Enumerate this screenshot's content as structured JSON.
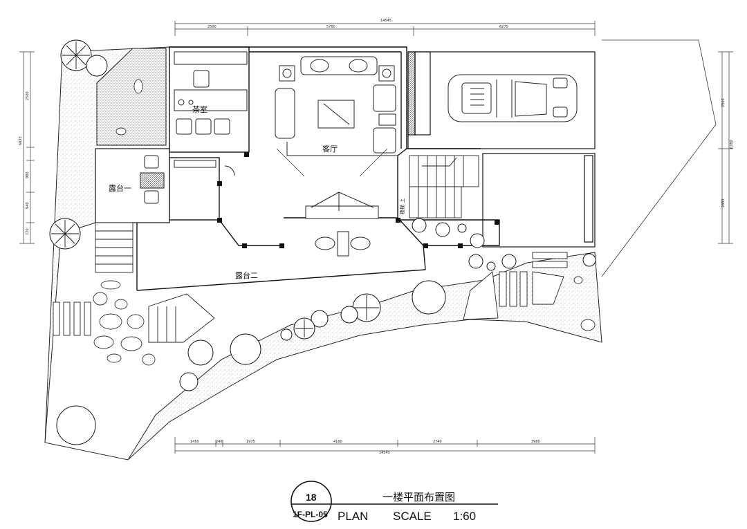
{
  "rooms": {
    "living_room": "客厅",
    "tea_room": "茶室",
    "terrace_one": "露台一",
    "terrace_two": "露台二",
    "stair_label": "楼梯 上"
  },
  "dimensions": {
    "top_total": "14545",
    "top_segments": [
      "2500",
      "5760",
      "6270"
    ],
    "bottom_total": "14545",
    "bottom_segments": [
      "1450",
      "240",
      "1975",
      "4160",
      "2740",
      "3980"
    ],
    "left_segments": [
      "2500",
      "6020",
      "980",
      "940",
      "720"
    ],
    "right_segments": [
      "2500",
      "6380",
      "2653"
    ]
  },
  "title_block": {
    "drawing_number": "18",
    "sheet_code": "1F-PL-05",
    "title_cn": "一楼平面布置图",
    "plan_label": "PLAN",
    "scale_label": "SCALE",
    "scale_value": "1:60"
  }
}
